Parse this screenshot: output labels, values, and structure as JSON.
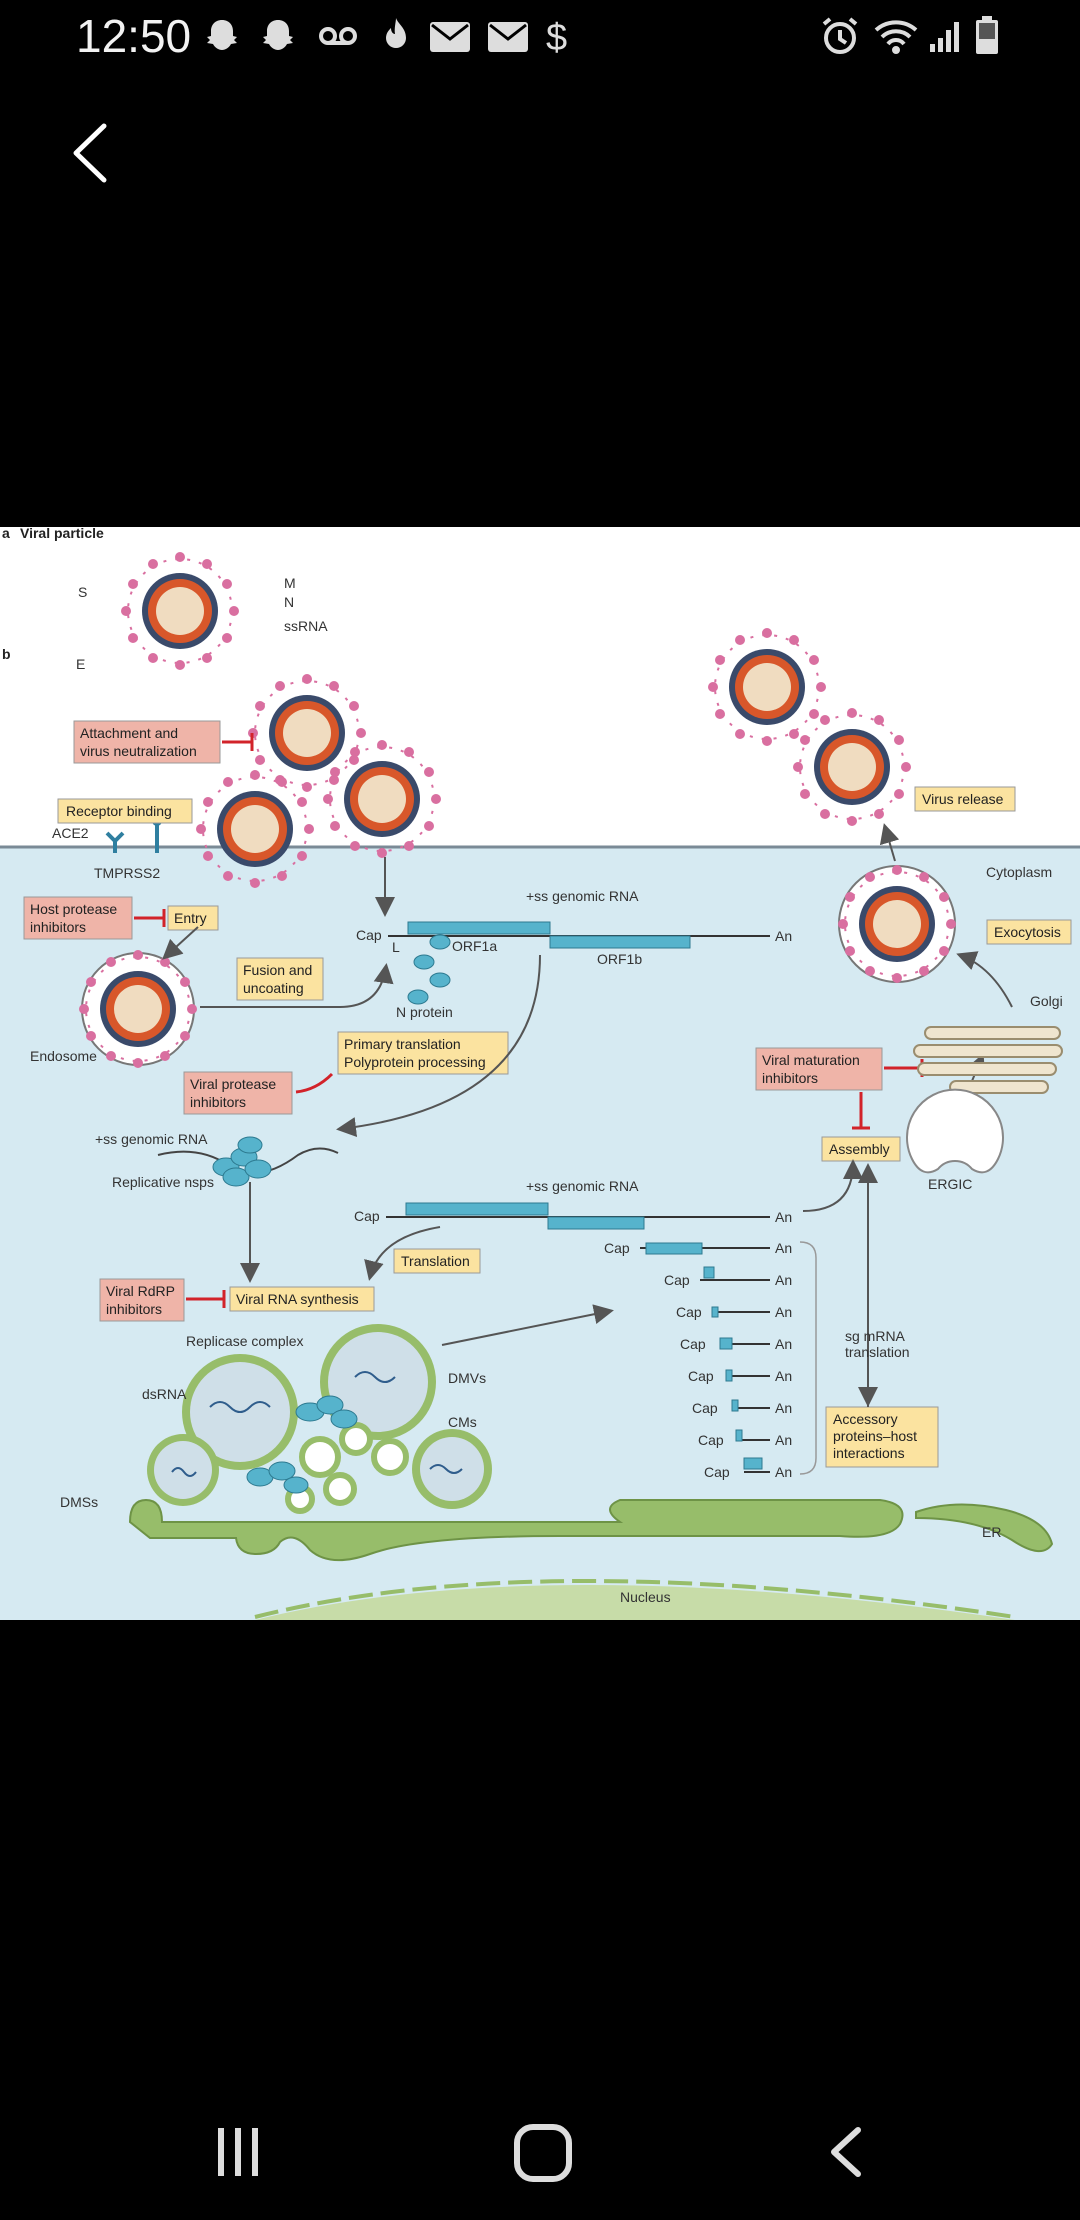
{
  "status_bar": {
    "time": "12:50",
    "left_icons": [
      "snapchat-icon",
      "snapchat-icon",
      "voicemail-icon",
      "tinder-icon",
      "mail-icon",
      "mail-icon",
      "dollar-icon"
    ],
    "right_icons": [
      "alarm-icon",
      "wifi-icon",
      "signal-icon",
      "battery-icon"
    ]
  },
  "figure": {
    "panel_a_label": "a",
    "panel_a_title": "Viral particle",
    "panel_b_label": "b",
    "particle_labels": {
      "s": "S",
      "m": "M",
      "n": "N",
      "ssrna": "ssRNA",
      "e": "E"
    },
    "labels": {
      "ace2": "ACE2",
      "tmprss2": "TMPRSS2",
      "endosome": "Endosome",
      "cytoplasm": "Cytoplasm",
      "golgi": "Golgi",
      "ergic": "ERGIC",
      "genomic_rna_top": "+ss genomic RNA",
      "orf1a": "ORF1a",
      "orf1b": "ORF1b",
      "cap": "Cap",
      "l": "L",
      "an": "An",
      "n_protein": "N protein",
      "genomic_rna_left": "+ss genomic RNA",
      "replicative_nsps": "Replicative nsps",
      "genomic_rna_mid": "+ss genomic RNA",
      "replicase_complex": "Replicase complex",
      "dsrna": "dsRNA",
      "dmvs": "DMVs",
      "cms": "CMs",
      "dmss": "DMSs",
      "er": "ER",
      "nucleus": "Nucleus",
      "sg_mrna_1": "sg mRNA",
      "sg_mrna_2": "translation"
    },
    "yellow_boxes": {
      "receptor_binding": "Receptor binding",
      "entry": "Entry",
      "fusion_1": "Fusion and",
      "fusion_2": "uncoating",
      "primary_1": "Primary translation",
      "primary_2": "Polyprotein processing",
      "virus_release": "Virus release",
      "exocytosis": "Exocytosis",
      "assembly": "Assembly",
      "translation": "Translation",
      "viral_rna_synthesis": "Viral RNA synthesis",
      "accessory_1": "Accessory",
      "accessory_2": "proteins–host",
      "accessory_3": "interactions"
    },
    "red_boxes": {
      "attachment_1": "Attachment and",
      "attachment_2": "virus neutralization",
      "host_protease_1": "Host protease",
      "host_protease_2": "inhibitors",
      "viral_protease_1": "Viral protease",
      "viral_protease_2": "inhibitors",
      "viral_maturation_1": "Viral maturation",
      "viral_maturation_2": "inhibitors",
      "viral_rdrp_1": "Viral RdRP",
      "viral_rdrp_2": "inhibitors"
    },
    "colors": {
      "cytoplasm": "#d6eaf2",
      "yellow_box": "#fbe3a0",
      "red_box": "#efb4a8",
      "inhibitor_red": "#d2232a",
      "rna_blue": "#56b3cc",
      "membrane_green": "#97bd6a",
      "spike_pink": "#d96fa0"
    }
  },
  "nav_bar": {
    "recents": "recents-icon",
    "home": "home-icon",
    "back": "back-icon"
  }
}
